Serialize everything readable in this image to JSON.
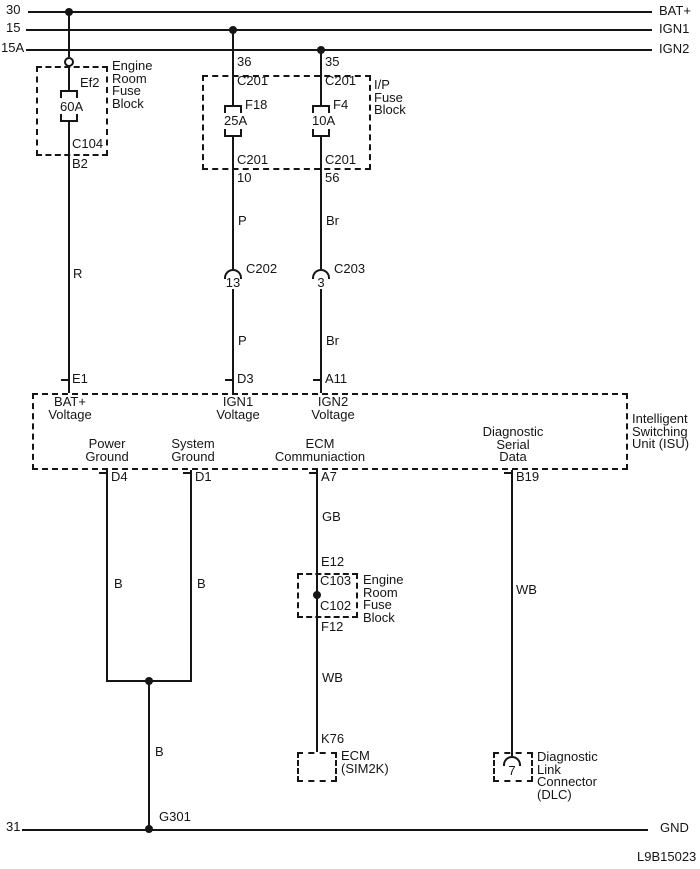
{
  "diagram_id": "L9B15023",
  "rails": {
    "rows": [
      {
        "terminal": "30",
        "name": "BAT+"
      },
      {
        "terminal": "15",
        "name": "IGN1"
      },
      {
        "terminal": "15A",
        "name": "IGN2"
      }
    ],
    "ground": {
      "terminal": "31",
      "name": "GND"
    }
  },
  "engine_room_fuse_block": {
    "label": [
      "Engine",
      "Room",
      "Fuse",
      "Block"
    ],
    "fuse_id": "Ef2",
    "fuse_rating": "60A",
    "connector_out": "C104",
    "pin_out": "B2",
    "wire_color": "R"
  },
  "ip_fuse_block": {
    "label": [
      "I/P",
      "Fuse",
      "Block"
    ],
    "branches": [
      {
        "pin_in": "36",
        "connector_in": "C201",
        "fuse_id": "F18",
        "fuse_rating": "25A",
        "connector_out": "C201",
        "pin_out": "10",
        "wire_color_above": "P",
        "inline_connector_id": "C202",
        "inline_connector_pin": "13",
        "wire_color_below": "P"
      },
      {
        "pin_in": "35",
        "connector_in": "C201",
        "fuse_id": "F4",
        "fuse_rating": "10A",
        "connector_out": "C201",
        "pin_out": "56",
        "wire_color_above": "Br",
        "inline_connector_id": "C203",
        "inline_connector_pin": "3",
        "wire_color_below": "Br"
      }
    ]
  },
  "isu": {
    "label": [
      "Intelligent",
      "Switching",
      "Unit (ISU)"
    ],
    "top_pins": [
      {
        "pin": "E1",
        "function": [
          "BAT+",
          "Voltage"
        ]
      },
      {
        "pin": "D3",
        "function": [
          "IGN1",
          "Voltage"
        ]
      },
      {
        "pin": "A11",
        "function": [
          "IGN2",
          "Voltage"
        ]
      }
    ],
    "bottom_pins": [
      {
        "pin": "D4",
        "function": [
          "Power",
          "Ground"
        ],
        "wire_color": "B"
      },
      {
        "pin": "D1",
        "function": [
          "System",
          "Ground"
        ],
        "wire_color": "B"
      },
      {
        "pin": "A7",
        "function": [
          "ECM",
          "Communiaction"
        ],
        "wire_color": "GB"
      },
      {
        "pin": "B19",
        "function": [
          "Diagnostic",
          "Serial",
          "Data"
        ],
        "wire_color": "WB"
      }
    ]
  },
  "ground_path": {
    "wire_color": "B",
    "ground_point": "G301"
  },
  "ecm_path": {
    "pin_in": "E12",
    "pass_through_block": {
      "label": [
        "Engine",
        "Room",
        "Fuse",
        "Block"
      ],
      "connector_top": "C103",
      "connector_bottom": "C102"
    },
    "pin_out": "F12",
    "wire_color": "WB",
    "ecm_pin": "K76",
    "ecm_label": [
      "ECM",
      "(SIM2K)"
    ]
  },
  "dlc": {
    "pin": "7",
    "label": [
      "Diagnostic",
      "Link",
      "Connector",
      "(DLC)"
    ]
  }
}
